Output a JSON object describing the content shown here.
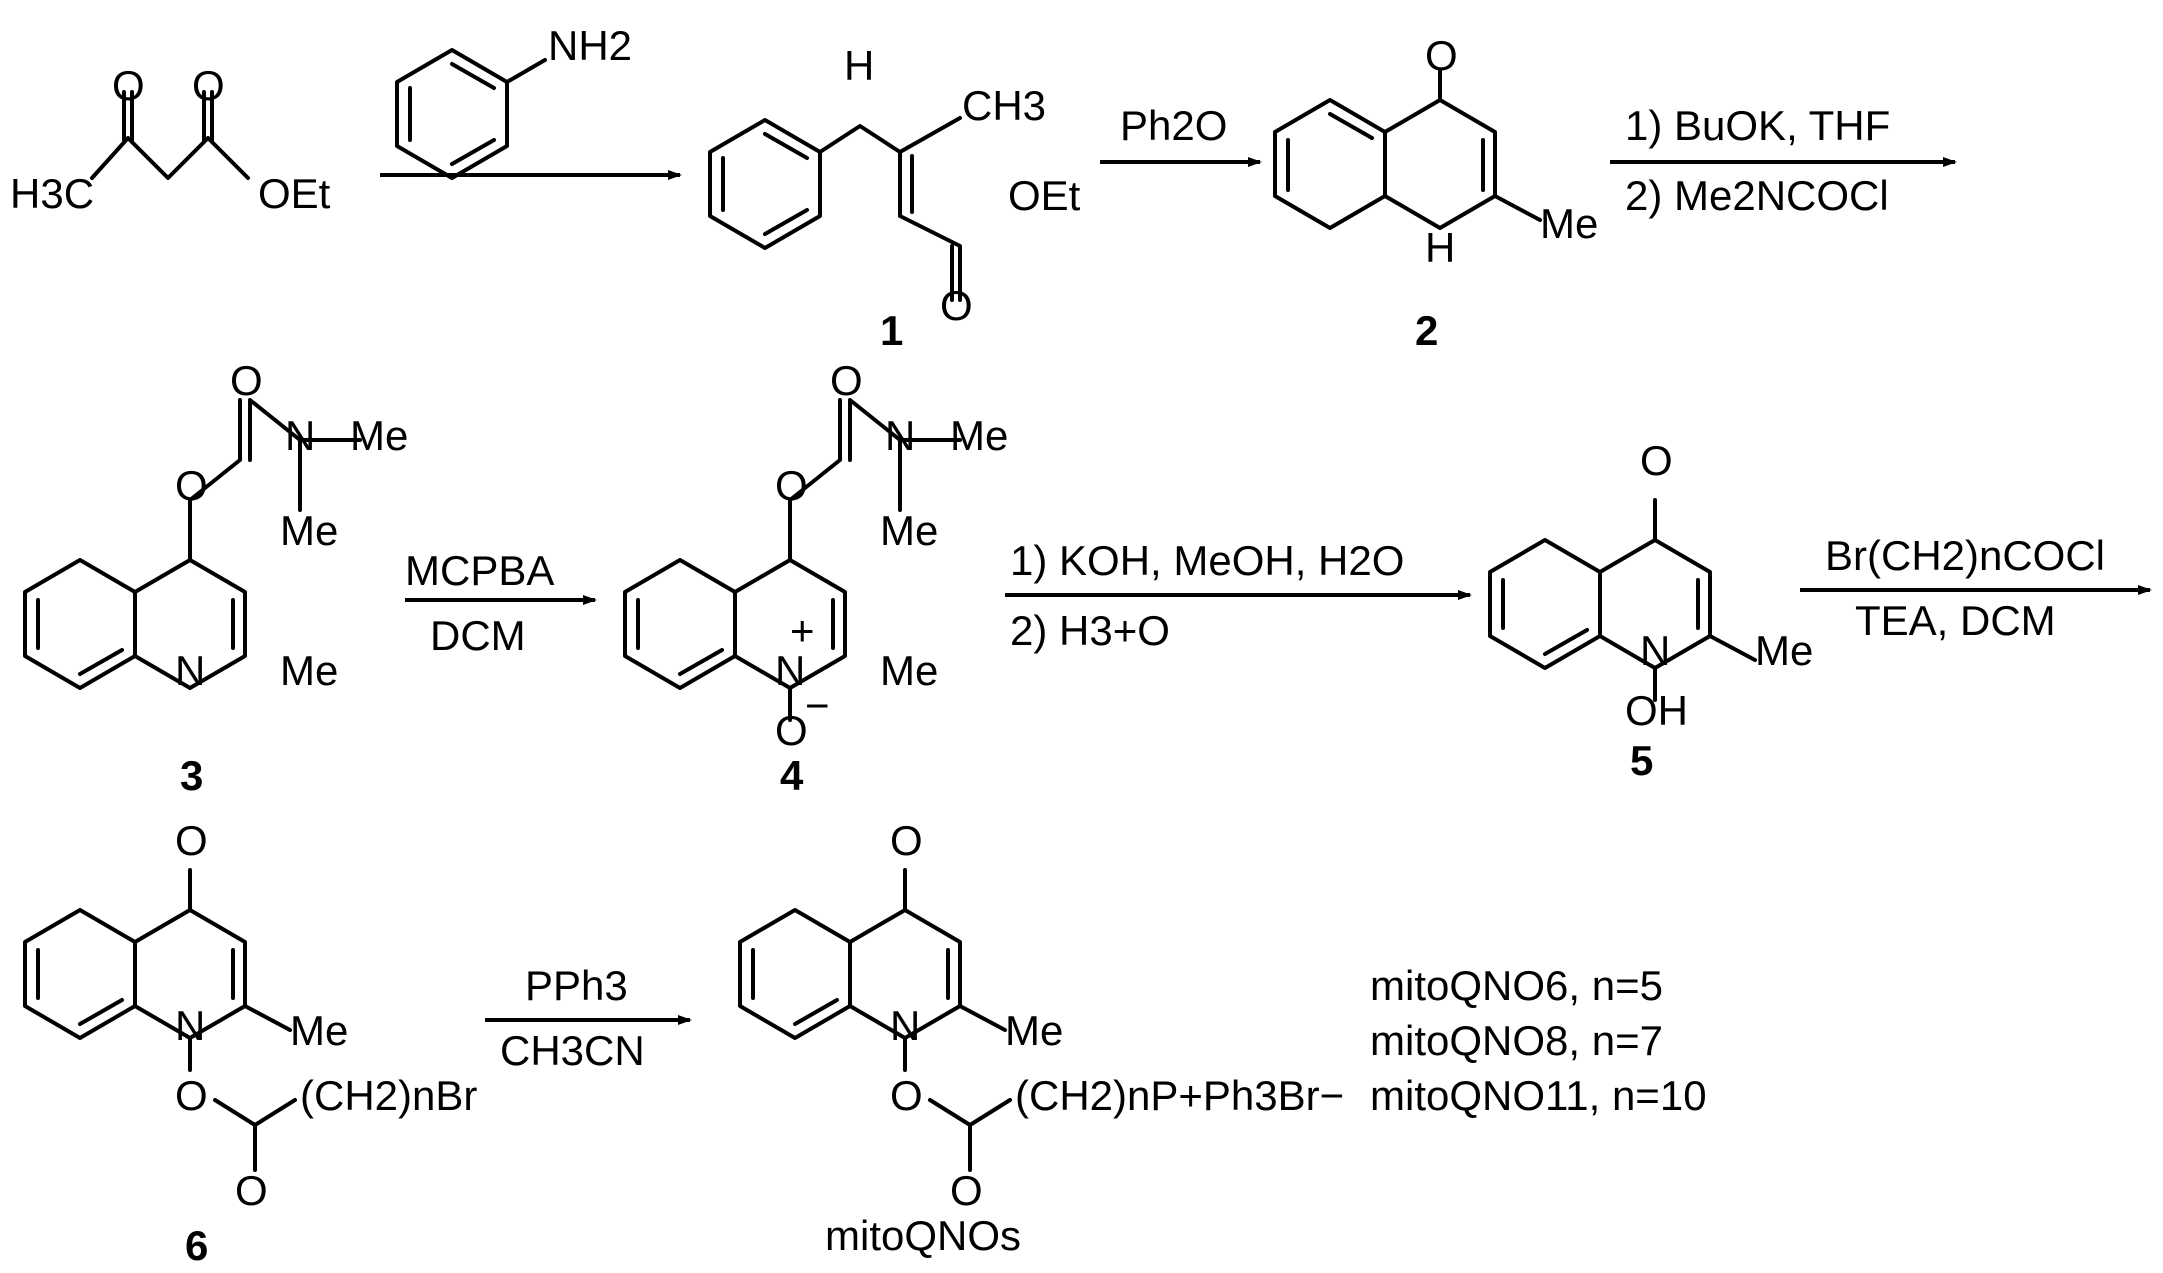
{
  "start": {
    "ch3": "H3C",
    "oet": "OEt",
    "carbonyl": "O"
  },
  "aniline": {
    "nh2": "NH2"
  },
  "cmpd1": {
    "number": "1",
    "nh": "H",
    "ch3": "CH3",
    "oet": "OEt",
    "o": "O"
  },
  "cmpd2": {
    "number": "2",
    "o": "O",
    "nh": "H",
    "me": "Me"
  },
  "cmpd3": {
    "number": "3",
    "o1": "O",
    "o2": "O",
    "n": "N",
    "me1": "Me",
    "me2": "Me",
    "ring_n": "N",
    "me3": "Me"
  },
  "cmpd4": {
    "number": "4",
    "o1": "O",
    "o2": "O",
    "n": "N",
    "me1": "Me",
    "me2": "Me",
    "ring_n": "N",
    "plus": "+",
    "ox": "O",
    "minus": "−",
    "me3": "Me"
  },
  "cmpd5": {
    "number": "5",
    "o": "O",
    "n": "N",
    "oh": "OH",
    "me": "Me"
  },
  "cmpd6": {
    "number": "6",
    "o1": "O",
    "n": "N",
    "o2": "O",
    "me": "Me",
    "chain": "(CH2)nBr",
    "o3": "O"
  },
  "product": {
    "name": "mitoQNOs",
    "o1": "O",
    "n": "N",
    "o2": "O",
    "me": "Me",
    "chain": "(CH2)nP+Ph3Br−",
    "o3": "O"
  },
  "reagents": {
    "step2": "Ph2O",
    "step3a": "1) BuOK, THF",
    "step3b": "2) Me2NCOCl",
    "step4a": "MCPBA",
    "step4b": "DCM",
    "step5a": "1) KOH, MeOH, H2O",
    "step5b": "2) H3+O",
    "step6a": "Br(CH2)nCOCl",
    "step6b": "TEA, DCM",
    "step7a": "PPh3",
    "step7b": "CH3CN"
  },
  "variants": [
    "mitoQNO6, n=5",
    "mitoQNO8, n=7",
    "mitoQNO11, n=10"
  ]
}
